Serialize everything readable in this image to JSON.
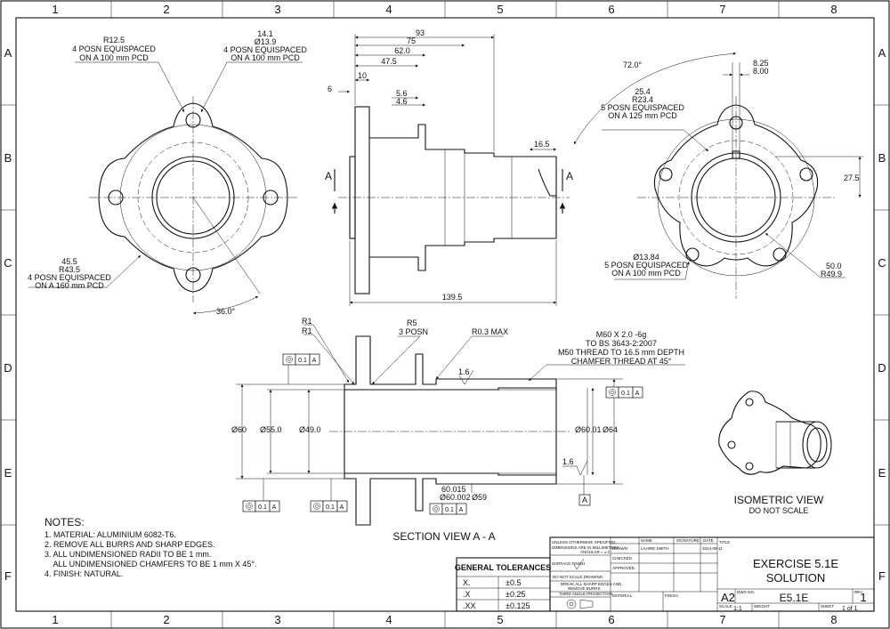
{
  "grid": {
    "columns": [
      "1",
      "2",
      "3",
      "4",
      "5",
      "6",
      "7",
      "8"
    ],
    "rows": [
      "A",
      "B",
      "C",
      "D",
      "E",
      "F"
    ]
  },
  "front_view": {
    "note_left_top": [
      "R12.5",
      "4 POSN EQUISPACED",
      "ON A 100 mm PCD"
    ],
    "note_right_top": [
      "14.1",
      "Ø13.9",
      "4 POSN EQUISPACED",
      "ON A 100 mm PCD"
    ],
    "note_bottom": [
      "45.5",
      "R43.5",
      "4 POSN EQUISPACED",
      "ON A 160 mm PCD"
    ],
    "angle": "36.0°"
  },
  "side_view": {
    "dims": [
      "93",
      "75",
      "62.0",
      "47.5",
      "10",
      "6",
      "5.6",
      "4.6",
      "16.5",
      "139.5"
    ],
    "section_mark": "A"
  },
  "rear_view": {
    "angle": "72.0°",
    "dim_a": "8.25",
    "dim_b": "8.00",
    "note_top": [
      "25.4",
      "R23.4",
      "5 POSN EQUISPACED",
      "ON A 125 mm PCD"
    ],
    "dim_right": "27.5",
    "note_bottom": [
      "Ø13.84",
      "5 POSN EQUISPACED",
      "ON A 100 mm PCD"
    ],
    "note_bottom_right": [
      "50.0",
      "R49.9"
    ]
  },
  "section": {
    "label": "SECTION VIEW A - A",
    "r1a": "R1",
    "r1b": "R1",
    "r5": "R5",
    "r5_note": "3 POSN",
    "r03": "R0.3 MAX",
    "thread": [
      "M60 X 2.0 -6g",
      "TO BS 3643-2:2007",
      "M50 THREAD TO 16.5 mm DEPTH",
      "CHAMFER THREAD AT 45°"
    ],
    "finish_a": "1.6",
    "finish_b": "1.6",
    "d60": "Ø60",
    "d55": "Ø55.0",
    "d49": "Ø49.0",
    "d6001": "Ø60.01",
    "d64": "Ø64",
    "tol_top": "60.015",
    "tol_bot": "Ø60.002",
    "d59": "Ø59",
    "fcf_tol": "0.1",
    "datum": "A"
  },
  "iso": {
    "label": "ISOMETRIC VIEW",
    "sub": "DO NOT SCALE"
  },
  "notes": {
    "title": "NOTES:",
    "lines": [
      "1. MATERIAL: ALUMINIUM 6082-T6.",
      "2. REMOVE ALL BURRS AND SHARP EDGES.",
      "3. ALL UNDIMENSIONED RADII TO BE 1 mm.",
      "    ALL UNDIMENSIONED CHAMFERS TO BE 1 mm X 45°.",
      "4. FINISH: NATURAL."
    ]
  },
  "tolerances": {
    "title": "GENERAL TOLERANCES",
    "rows": [
      [
        "X.",
        "±0.5"
      ],
      [
        ".X",
        "±0.25"
      ],
      [
        ".XX",
        "±0.125"
      ]
    ]
  },
  "title_block": {
    "spec": [
      "UNLESS OTHERWISE SPECIFIED,",
      "DIMENSIONS ARE IN MILLIMETERS"
    ],
    "angular": "ANGULAR = ± 1°",
    "surface": "SURFACE FINISH",
    "dnsd": "DO NOT SCALE DRAWING",
    "break": [
      "BREAK ALL SHARP EDGES AND",
      "REMOVE BURRS"
    ],
    "projection": "THIRD ANGLE PROJECTION",
    "col_name": "NAME",
    "col_sig": "SIGNATURE",
    "col_date": "DATE",
    "drawn": "DRAWN",
    "drawn_name": "LAHIRE SMITH",
    "drawn_date": "2024-09-11",
    "checked": "CHECKED",
    "approved": "APPROVED",
    "material": "MATERIAL",
    "finish": "FINISH",
    "title_lbl": "TITLE",
    "title": [
      "EXERCISE 5.1E",
      "SOLUTION"
    ],
    "size": "A2",
    "dwg_lbl": "DWG NO.",
    "dwg_no": "E5.1E",
    "rev_lbl": "REV",
    "rev": "1",
    "scale_lbl": "SCALE",
    "scale": "1:1",
    "weight_lbl": "WEIGHT",
    "sheet_lbl": "SHEET",
    "sheet": "1 of 1"
  }
}
